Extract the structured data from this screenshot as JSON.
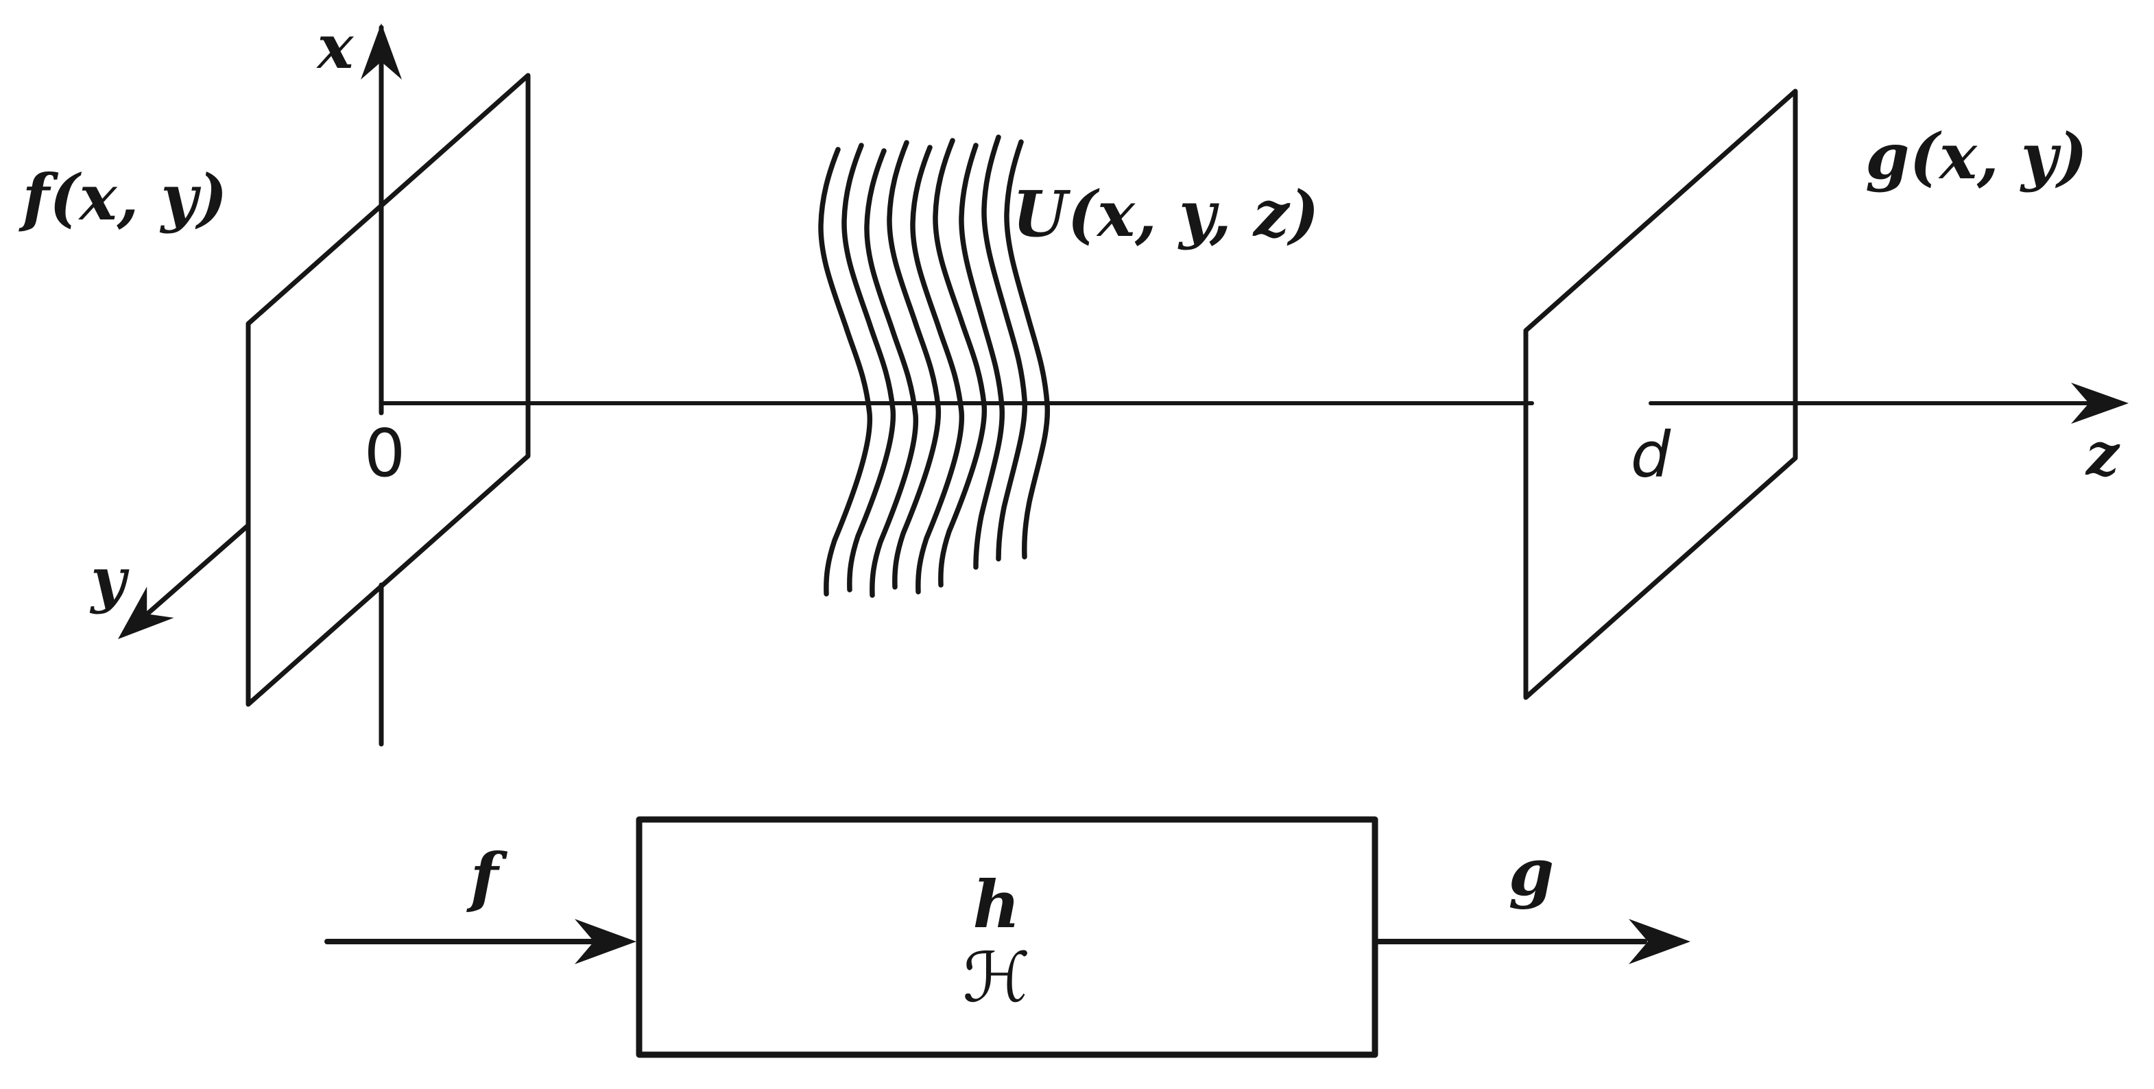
{
  "colors": {
    "background": "#ffffff",
    "ink": "#161616"
  },
  "top_diagram": {
    "input_plane_label": "f(x, y)",
    "x_axis_label": "x",
    "y_axis_label": "y",
    "z_axis_label": "z",
    "origin_label": "0",
    "wavefront_label": "U(x, y, z)",
    "output_plane_position_label": "d",
    "output_plane_label": "g(x, y)"
  },
  "block_diagram": {
    "input_label": "f",
    "impulse_response_label": "h",
    "transfer_function_label": "ℋ",
    "output_label": "g"
  }
}
